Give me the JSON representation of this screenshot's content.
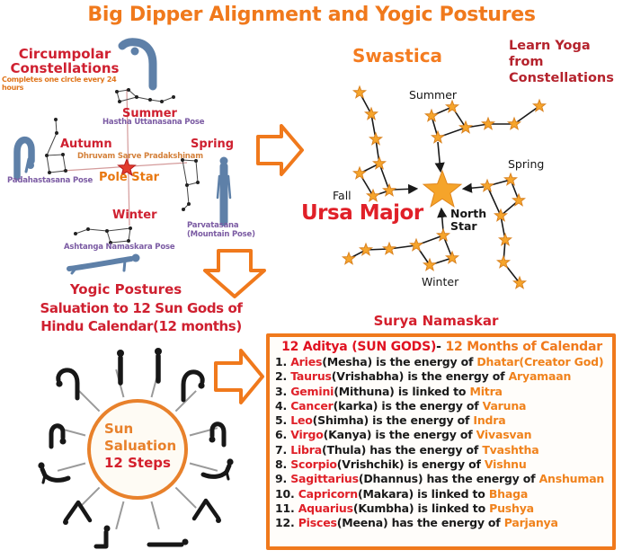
{
  "title": "Big Dipper Alignment and Yogic Postures",
  "colors": {
    "accent_orange": "#f0791c",
    "heading_red": "#cf2030",
    "bright_red": "#e02028",
    "pose_purple": "#7b5ba3",
    "figure_blue": "#5e80a8",
    "star_gold": "#f6a52c"
  },
  "icons": {
    "pole_star_icon": "★",
    "north_star_icon": "★",
    "small_star_icon": "★",
    "flow_arrow_right_icon": "→",
    "flow_arrow_down_icon": "↓"
  },
  "left_panel": {
    "heading": "Circumpolar Constellations",
    "subheading": "Completes one circle every 24 hours",
    "summer_label": "Summer",
    "summer_pose": "Hastha Uttanasana Pose",
    "autumn_label": "Autumn",
    "autumn_pose": "Padahastasana Pose",
    "spring_label": "Spring",
    "spring_pose_line1": "Parvatasana",
    "spring_pose_line2": "(Mountain Pose)",
    "winter_label": "Winter",
    "winter_pose": "Ashtanga Namaskara Pose",
    "axis_caption": "Dhruvam Sarve Pradakshinam",
    "pole_star_label": "Pole Star"
  },
  "swastica_panel": {
    "heading": "Swastica",
    "caption_line1": "Learn Yoga",
    "caption_line2": "from",
    "caption_line3": "Constellations",
    "summer_label": "Summer",
    "spring_label": "Spring",
    "fall_label": "Fall",
    "winter_label": "Winter",
    "north_star_line1": "North",
    "north_star_line2": "Star",
    "constellation_name": "Ursa Major"
  },
  "sun_salutation": {
    "heading": "Yogic Postures",
    "subheading_line1": "Saluation to 12 Sun Gods of",
    "subheading_line2": "Hindu Calendar(12 months)",
    "circle_line1": "Sun",
    "circle_line2": "Saluation",
    "circle_line3": "12 Steps"
  },
  "surya_namaskar": {
    "heading": "Surya Namaskar",
    "table_title_red": "12 Aditya (SUN GODS)",
    "table_title_dash": "- ",
    "table_title_orange": "12 Months of Calendar",
    "items": [
      {
        "num": "1. ",
        "zodiac": "Aries",
        "text": "(Mesha) is the energy of ",
        "deity": "Dhatar(Creator God)"
      },
      {
        "num": "2. ",
        "zodiac": "Taurus",
        "text": "(Vrishabha) is the energy of ",
        "deity": "Aryamaan"
      },
      {
        "num": "3. ",
        "zodiac": "Gemini",
        "text": "(Mithuna) is linked to ",
        "deity": "Mitra"
      },
      {
        "num": "4. ",
        "zodiac": "Cancer",
        "text": "(karka) is the energy of ",
        "deity": "Varuna"
      },
      {
        "num": "5. ",
        "zodiac": "Leo",
        "text": "(Shimha) is the energy of ",
        "deity": "Indra"
      },
      {
        "num": "6. ",
        "zodiac": "Virgo",
        "text": "(Kanya) is the energy of ",
        "deity": "Vivasvan"
      },
      {
        "num": "7. ",
        "zodiac": "Libra",
        "text": "(Thula) has the energy of ",
        "deity": "Tvashtha"
      },
      {
        "num": "8. ",
        "zodiac": "Scorpio",
        "text": "(Vrishchik) is energy of ",
        "deity": "Vishnu"
      },
      {
        "num": "9. ",
        "zodiac": "Sagittarius",
        "text": "(Dhannus) has the energy of ",
        "deity": "Anshuman"
      },
      {
        "num": "10. ",
        "zodiac": "Capricorn",
        "text": "(Makara) is linked to ",
        "deity": "Bhaga"
      },
      {
        "num": "11. ",
        "zodiac": "Aquarius",
        "text": "(Kumbha) is linked to ",
        "deity": "Pushya"
      },
      {
        "num": "12. ",
        "zodiac": "Pisces",
        "text": "(Meena) has the energy of ",
        "deity": "Parjanya"
      }
    ]
  }
}
